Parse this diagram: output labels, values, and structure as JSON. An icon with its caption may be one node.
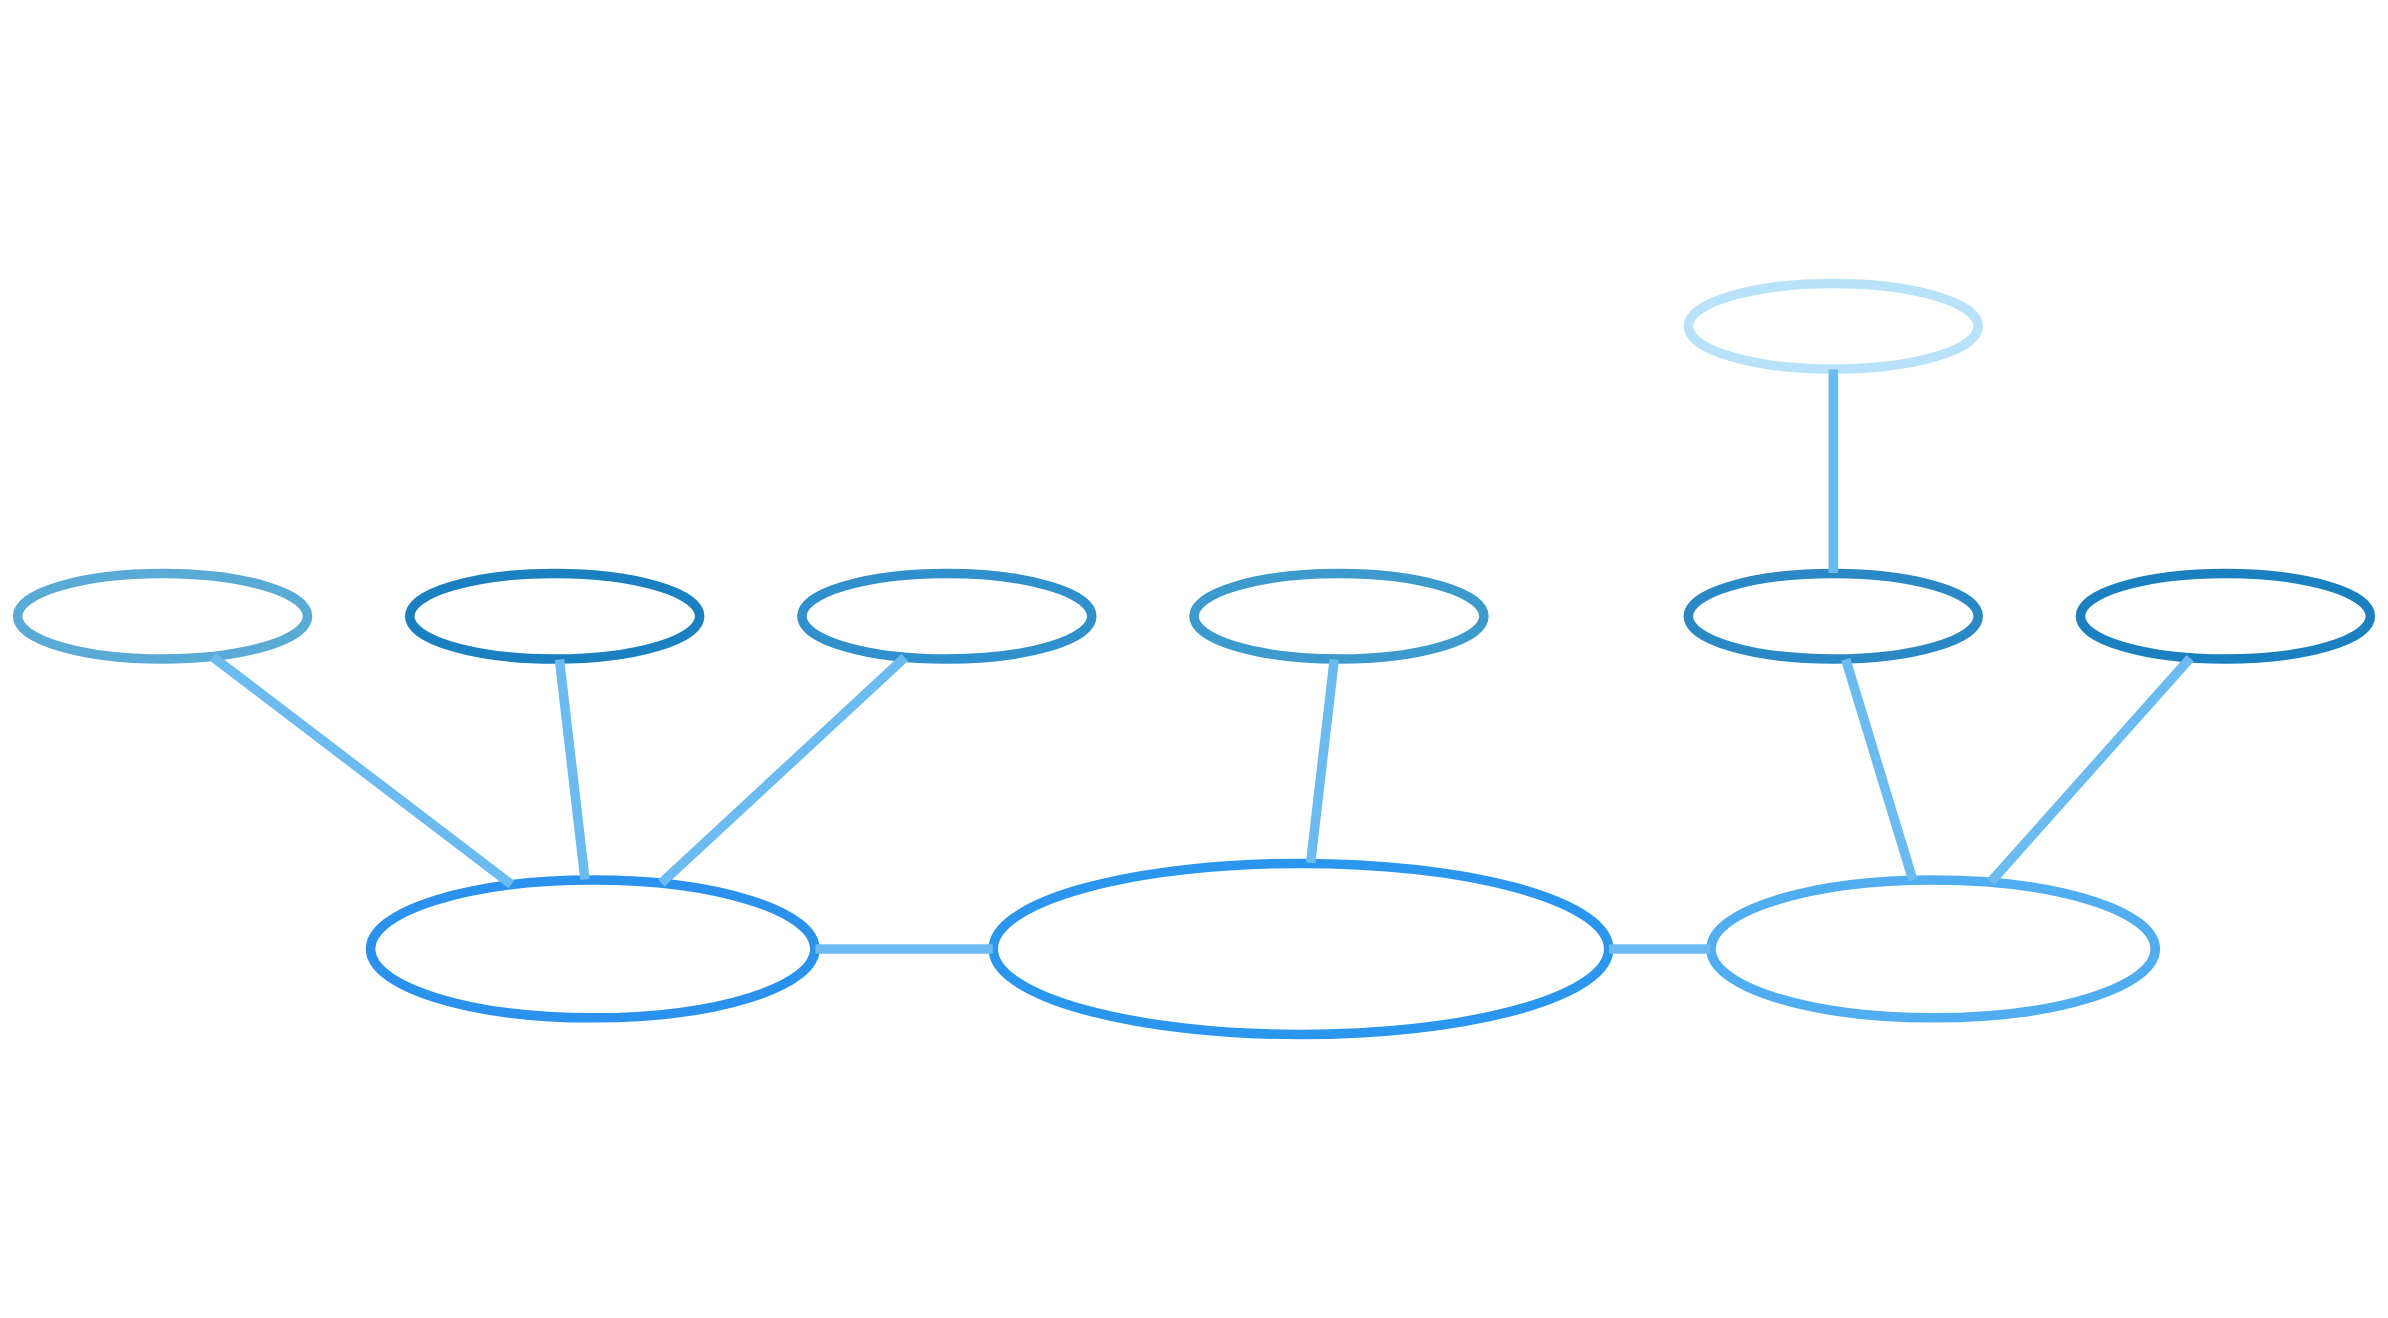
{
  "diagram": {
    "nodes": [
      {
        "text": [],
        "shape": "ellipse"
      },
      {
        "text": [],
        "shape": "ellipse"
      },
      {
        "text": [],
        "shape": "ellipse"
      },
      {
        "text": [],
        "shape": "ellipse"
      },
      {
        "text": [],
        "shape": "ellipse"
      },
      {
        "text": [],
        "shape": "ellipse"
      },
      {
        "text": [],
        "shape": "ellipse"
      },
      {
        "text": [],
        "shape": "ellipse"
      },
      {
        "text": [],
        "shape": "ellipse"
      },
      {
        "text": [],
        "shape": "ellipse"
      }
    ],
    "edges": [
      {
        "from": 0,
        "to": 2,
        "arrow": "none"
      },
      {
        "from": 1,
        "to": 2,
        "arrow": "none"
      },
      {
        "from": 3,
        "to": 2,
        "arrow": "none"
      },
      {
        "from": 2,
        "to": 5,
        "arrow": "none"
      },
      {
        "from": 4,
        "to": 5,
        "arrow": "none"
      },
      {
        "from": 5,
        "to": 8,
        "arrow": "none"
      },
      {
        "from": 6,
        "to": 7,
        "arrow": "none"
      },
      {
        "from": 7,
        "to": 8,
        "arrow": "none"
      },
      {
        "from": 9,
        "to": 8,
        "arrow": "none"
      }
    ]
  }
}
